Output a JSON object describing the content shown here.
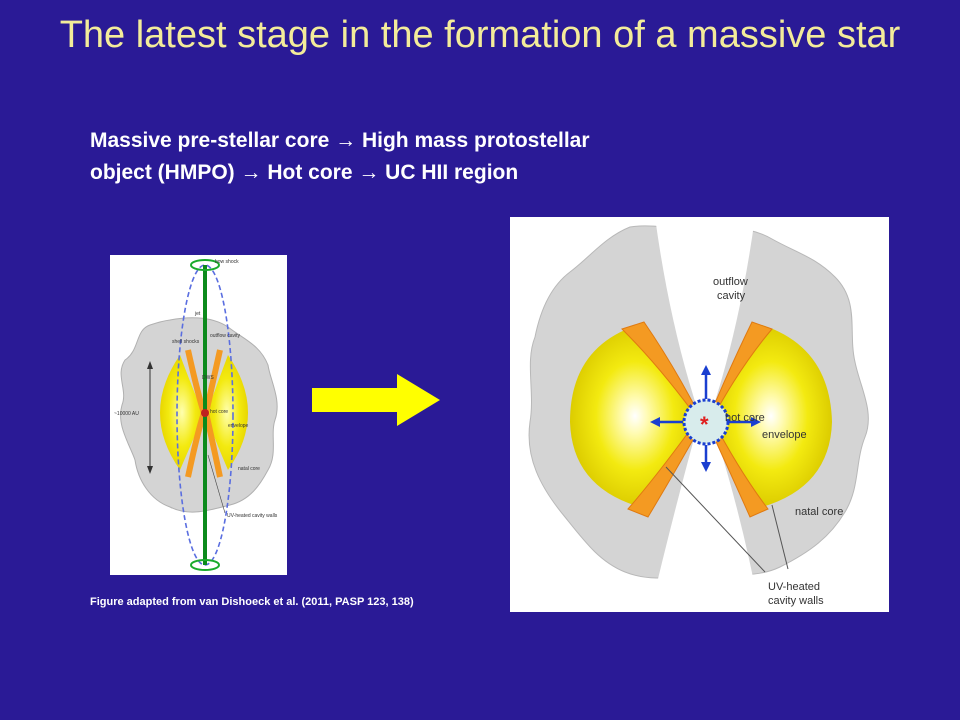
{
  "slide": {
    "title": "The latest stage in the formation of a massive star",
    "subtitle": "Massive pre-stellar core → High mass protostellar object (HMPO) → Hot core → UC HII region",
    "caption": "Figure adapted from  van Dishoeck et al. (2011, PASP 123, 138)"
  },
  "left_figure": {
    "labels": {
      "bow_shock": "bow shock",
      "jet": "jet",
      "outflow_cavity": "outflow cavity",
      "shell_shocks": "shell shocks",
      "dws": "DWS",
      "scale": "~10000 AU",
      "hot_core": "hot core",
      "envelope": "envelope",
      "natal_core": "natal core",
      "uv_heated": "UV-heated cavity walls"
    }
  },
  "right_figure": {
    "labels": {
      "outflow_cavity_line1": "outflow",
      "outflow_cavity_line2": "cavity",
      "hot_core": "hot core",
      "envelope": "envelope",
      "natal_core": "natal core",
      "uv_heated_line1": "UV-heated",
      "uv_heated_line2": "cavity walls",
      "star": "*"
    }
  },
  "colors": {
    "background": "#2a1a96",
    "title": "#f3ec9a",
    "natal_core": "#d4d4d4",
    "envelope_yellow": "#f3ea10",
    "cavity_wall_orange": "#f49a22",
    "arrow_yellow": "#ffff00",
    "outflow_arrow_blue": "#1a3fd0"
  }
}
